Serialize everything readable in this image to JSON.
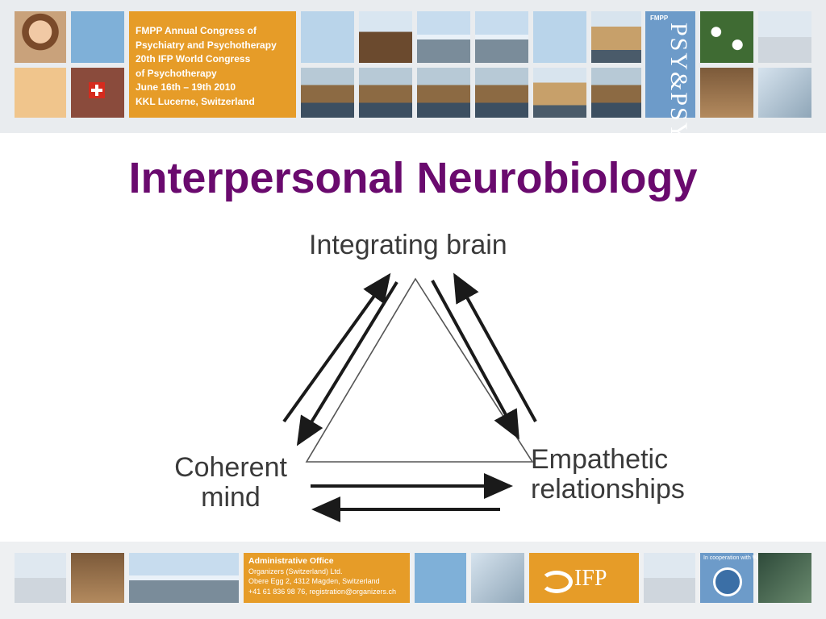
{
  "top_banner": {
    "congress_lines": [
      "FMPP Annual Congress of",
      "Psychiatry and Psychotherapy",
      "20th IFP World Congress",
      "of Psychotherapy",
      "June 16th – 19th 2010",
      "KKL Lucerne, Switzerland"
    ],
    "psy_box": {
      "fmpp": "FMPP",
      "logo": "PSY&PSY"
    }
  },
  "slide": {
    "title": "Interpersonal Neurobiology"
  },
  "diagram": {
    "nodes": {
      "top": "Integrating brain",
      "left_line1": "Coherent",
      "left_line2": "mind",
      "right_line1": "Empathetic",
      "right_line2": "relationships"
    },
    "line_color": "#1a1a1a",
    "triangle_color": "#555555"
  },
  "bottom_banner": {
    "office_lines": [
      "Administrative Office",
      "Organizers (Switzerland) Ltd.",
      "Obere Egg 2, 4312 Magden, Switzerland",
      "+41 61 836 98 76, registration@organizers.ch"
    ],
    "ifp_logo": "IFP",
    "wpa_text": "In cooperation with WPA"
  },
  "colors": {
    "title": "#6a0a6e",
    "orange": "#e69c28",
    "blue": "#6d9bc9"
  }
}
